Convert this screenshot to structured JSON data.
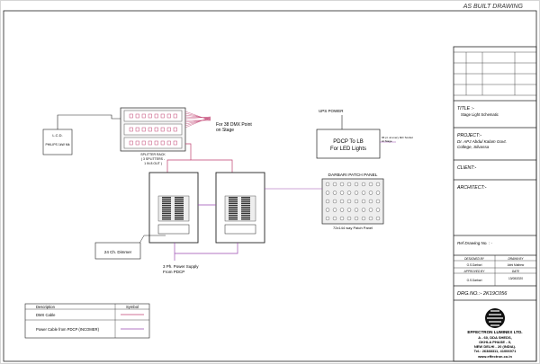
{
  "header": {
    "as_built": "AS BUILT DRAWING"
  },
  "diagram": {
    "lcd_label": "L.C.D.",
    "philips_label": "PHILIPS\n1kW Mk",
    "splitter_caption_1": "SPLITTER RACK",
    "splitter_caption_2": "( 3 SPLITTERS -",
    "splitter_caption_3": "1 IN 8 OUT )",
    "dmx_point_1": "For 38 DMX Point",
    "dmx_point_2": "on Stage",
    "ups_power": "UPS POWER",
    "pdcp_line_1": "PDCP To LB",
    "pdcp_line_2": "For LED Lights",
    "socket_note_1": "96 pt. at every IEC Socket",
    "socket_note_2": "At Stage",
    "darbari_title": "DARBARI PATCH PANEL",
    "patch_caption": "72x144 way Patch Panel",
    "dimmer_label": "24 Ch. Dimmer",
    "power_supply_1": "3 Ph. Power Supply",
    "power_supply_2": "From PDCP",
    "legend": {
      "col_description": "Description",
      "col_symbol": "Symbol",
      "row_dmx": "DMX Cable",
      "row_power": "Power Cable from PDCP (INCOMER)"
    }
  },
  "title_block": {
    "title_label": "TITLE :-",
    "title_value": "Stage Light Schematic",
    "project_label": "PROJECT:-",
    "project_value_1": "Dr. APJ Abdul Kalam Govt.",
    "project_value_2": "College, Silvassa",
    "client_label": "CLIENT:-",
    "architect_label": "ARCHITECT:-",
    "ref_label": "Ref Drawing No.  : -",
    "designed_by": "DESIGNED BY",
    "drawn_by": "DRAWN BY",
    "designer": "G.S.Darbari",
    "drawer": "Abhi Mathew",
    "approved_by": "APPROVED BY",
    "date_label": "DATE",
    "approver": "G.S.Darbari",
    "date_value": "13/08/2020",
    "drg_no": "DRG.NO.:-  2K19C056",
    "company_name": "EFFECTRON LUMINEX LTD.",
    "address_1": "A - 60, DDA SHEDS,",
    "address_2": "OKHLA PHASE - II,",
    "address_3": "NEW DELHI - 20 (INDIA).",
    "phone": "Tel.: 26388311, 41006971",
    "website": "www.effectron.co.in"
  },
  "colors": {
    "dmx_cable": "#c04070",
    "power_cable": "#9a4ab0",
    "frame": "#222222"
  }
}
